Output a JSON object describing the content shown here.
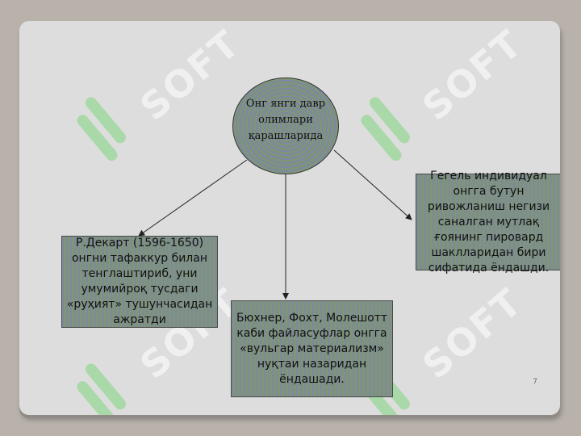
{
  "center": {
    "text": "Онг янги давр олимлари қарашларида"
  },
  "nodes": [
    {
      "id": "hegel",
      "text": "Гегель индивидуал онгга бутун ривожланиш негизи саналган мутлақ ғоянинг пировард шаклларидан бири сифатида ёндашди."
    },
    {
      "id": "descartes",
      "text": "Р.Декарт (1596-1650) онгни тафаккур билан тенглаштириб, уни умумийроқ тусдаги «руҳият» тушунчасидан ажратди"
    },
    {
      "id": "buchner",
      "text": "Бюхнер, Фохт, Молешотт каби файласуфлар онгга «вульгар материализм» нуқтаи назаридан ёндашади."
    }
  ],
  "watermark": {
    "text": "SOFT",
    "color": "#7ed67e"
  },
  "colors": {
    "node_fill": "#7f9478",
    "slide_bg": "#dddddd",
    "frame_bg": "#b8b2ab"
  },
  "page_number": "7"
}
